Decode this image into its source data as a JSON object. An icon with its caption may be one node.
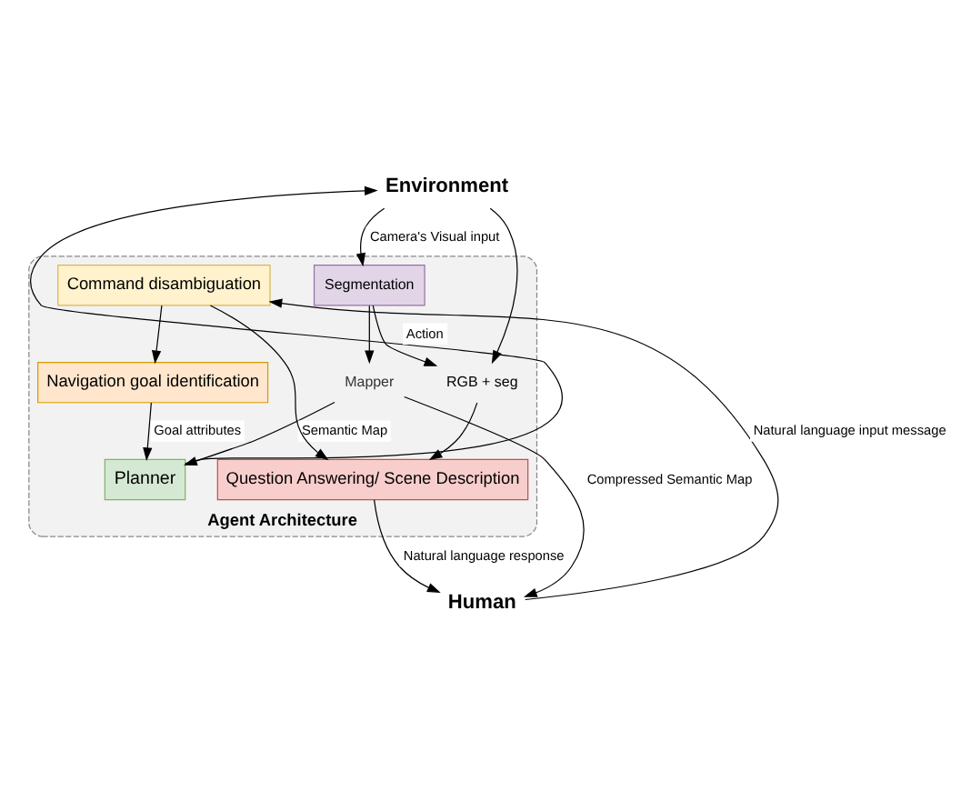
{
  "diagram": {
    "nodes": [
      {
        "text": [
          "Agent Architecture"
        ]
      },
      {
        "text": [
          "Environment"
        ]
      },
      {
        "text": [
          "Segmentation"
        ],
        "in": 0
      },
      {
        "text": [
          "Mapper"
        ],
        "in": 0
      },
      {
        "text": [
          "RGB + seg"
        ],
        "in": 0
      },
      {
        "text": [
          "Planner"
        ],
        "in": 0
      },
      {
        "text": [
          "Navigation goal identification"
        ],
        "in": 0
      },
      {
        "text": [
          "Command disambiguation"
        ],
        "in": 0
      },
      {
        "text": [
          "Question Answering/ Scene Description"
        ],
        "in": 0
      },
      {
        "text": [
          "Human"
        ]
      }
    ],
    "edges": [
      {
        "from": 1,
        "to": 2,
        "arrow": "to",
        "label": "Camera's Visual input"
      },
      {
        "from": 1,
        "to": 4,
        "arrow": "to"
      },
      {
        "from": 2,
        "to": 3,
        "arrow": "to"
      },
      {
        "from": 2,
        "to": 4,
        "arrow": "to"
      },
      {
        "from": 3,
        "to": 5,
        "arrow": "to",
        "label": "Semantic Map"
      },
      {
        "from": 3,
        "to": 9,
        "arrow": "to",
        "label": "Compressed Semantic Map"
      },
      {
        "from": 5,
        "to": 1,
        "arrow": "to",
        "label": "Action"
      },
      {
        "from": 6,
        "to": 5,
        "arrow": "to",
        "label": "Goal attributes"
      },
      {
        "from": 4,
        "to": 8,
        "arrow": "to"
      },
      {
        "from": 7,
        "to": 6,
        "arrow": "to"
      },
      {
        "from": 7,
        "to": 8,
        "arrow": "to"
      },
      {
        "from": 8,
        "to": 9,
        "arrow": "to",
        "label": "Natural language response"
      },
      {
        "from": 9,
        "to": 7,
        "arrow": "to",
        "label": "Natural language input message"
      }
    ]
  }
}
